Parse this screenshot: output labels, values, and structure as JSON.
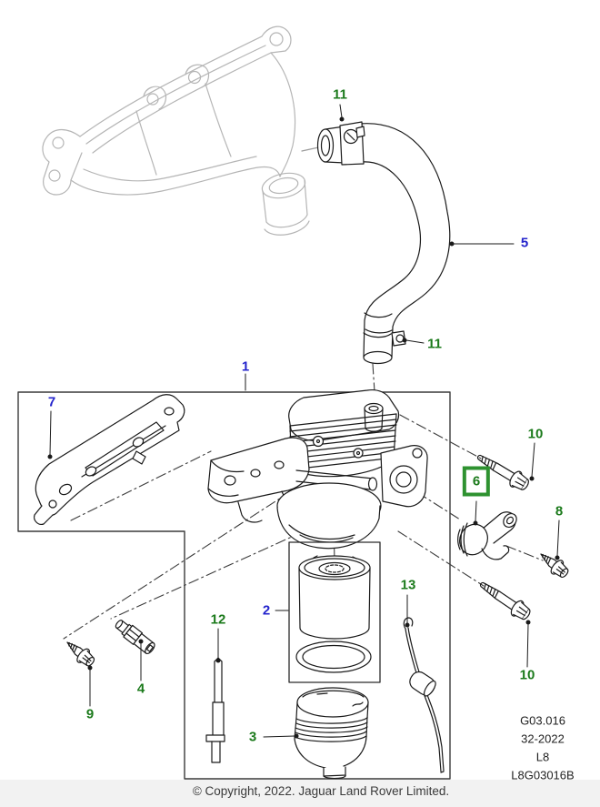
{
  "callouts": [
    {
      "label": "11",
      "color": "green"
    },
    {
      "label": "5",
      "color": "blue"
    },
    {
      "label": "11",
      "color": "green"
    },
    {
      "label": "1",
      "color": "blue"
    },
    {
      "label": "7",
      "color": "blue"
    },
    {
      "label": "10",
      "color": "green"
    },
    {
      "label": "6",
      "color": "green",
      "highlighted": true
    },
    {
      "label": "8",
      "color": "green"
    },
    {
      "label": "2",
      "color": "blue"
    },
    {
      "label": "12",
      "color": "green"
    },
    {
      "label": "13",
      "color": "green"
    },
    {
      "label": "4",
      "color": "green"
    },
    {
      "label": "9",
      "color": "green"
    },
    {
      "label": "3",
      "color": "green"
    },
    {
      "label": "10",
      "color": "green"
    }
  ],
  "info_block": {
    "lines": [
      "G03.016",
      "32-2022",
      "L8",
      "L8G03016B"
    ]
  },
  "footer": {
    "copyright": "© Copyright, 2022. Jaguar Land Rover Limited."
  },
  "colors": {
    "green": "#1b7a1b",
    "blue": "#2323cc",
    "highlight": "#2e9230",
    "info_text": "#1f1f1f",
    "footer_text": "#3a3a3a"
  }
}
